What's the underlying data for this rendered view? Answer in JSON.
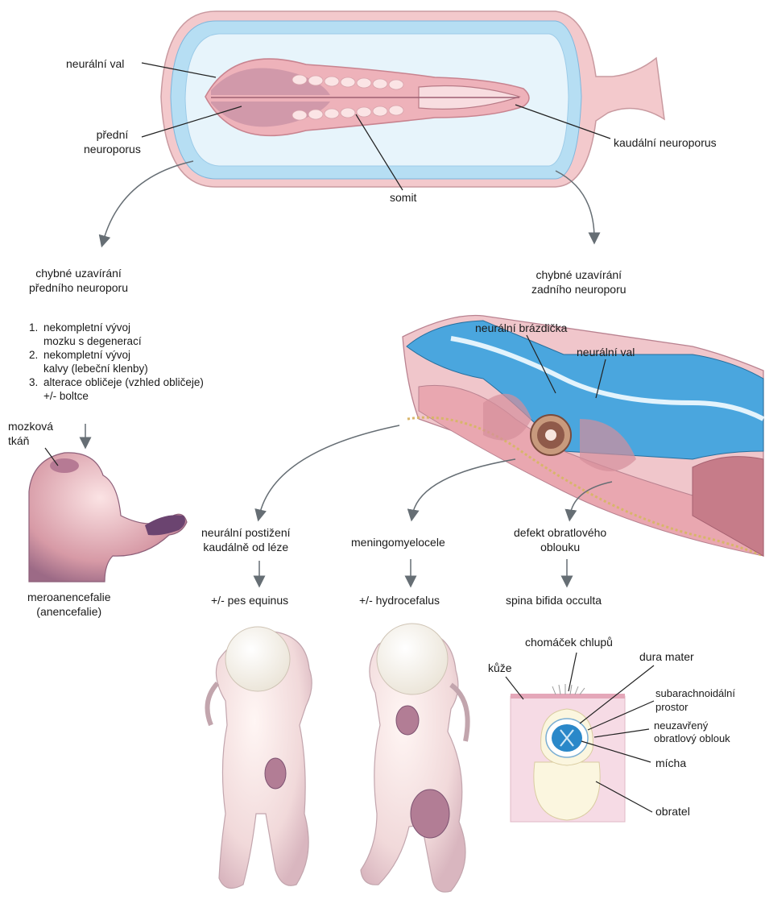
{
  "embryo": {
    "neural_fold": "neurální val",
    "anterior_neuropore": "přední\nneuroporus",
    "caudal_neuropore": "kaudální neuroporus",
    "somite": "somit"
  },
  "left_branch": {
    "heading": "chybné uzavírání\npředního neuroporu",
    "items": [
      {
        "num": "1.",
        "text": "nekompletní vývoj\nmozku s degenerací"
      },
      {
        "num": "2.",
        "text": "nekompletní vývoj\nkalvy (lebeční klenby)"
      },
      {
        "num": "3.",
        "text": "alterace obličeje (vzhled obličeje)\n+/- boltce"
      }
    ],
    "brain_tissue": "mozková\ntkáň",
    "result": "meroanencefalie\n(anencefalie)"
  },
  "right_branch": {
    "heading": "chybné uzavírání\nzadního neuroporu",
    "neural_groove": "neurální brázdička",
    "neural_fold": "neurální val"
  },
  "outcomes": [
    {
      "name": "neurální postižení\nkaudálně od léze",
      "result": "+/- pes equinus"
    },
    {
      "name": "meningomyelocele",
      "result": "+/- hydrocefalus"
    },
    {
      "name": "defekt obratlového\noblouku",
      "result": "spina bifida occulta"
    }
  ],
  "cross_section": {
    "hair_tuft": "chomáček chlupů",
    "skin": "kůže",
    "dura_mater": "dura mater",
    "subarachnoid_space": "subarachnoidální\nprostor",
    "unclosed_arch": "neuzavřený\nobratlový oblouk",
    "spinal_cord": "mícha",
    "vertebra": "obratel"
  },
  "colors": {
    "amnion_blue": "#a8d6ef",
    "embryo_pink": "#f2c2c6",
    "tissue_pink": "#e9a7b0",
    "mauve": "#b9859c",
    "neural_blue": "#3f9fd8",
    "arrow_gray": "#666e74"
  }
}
